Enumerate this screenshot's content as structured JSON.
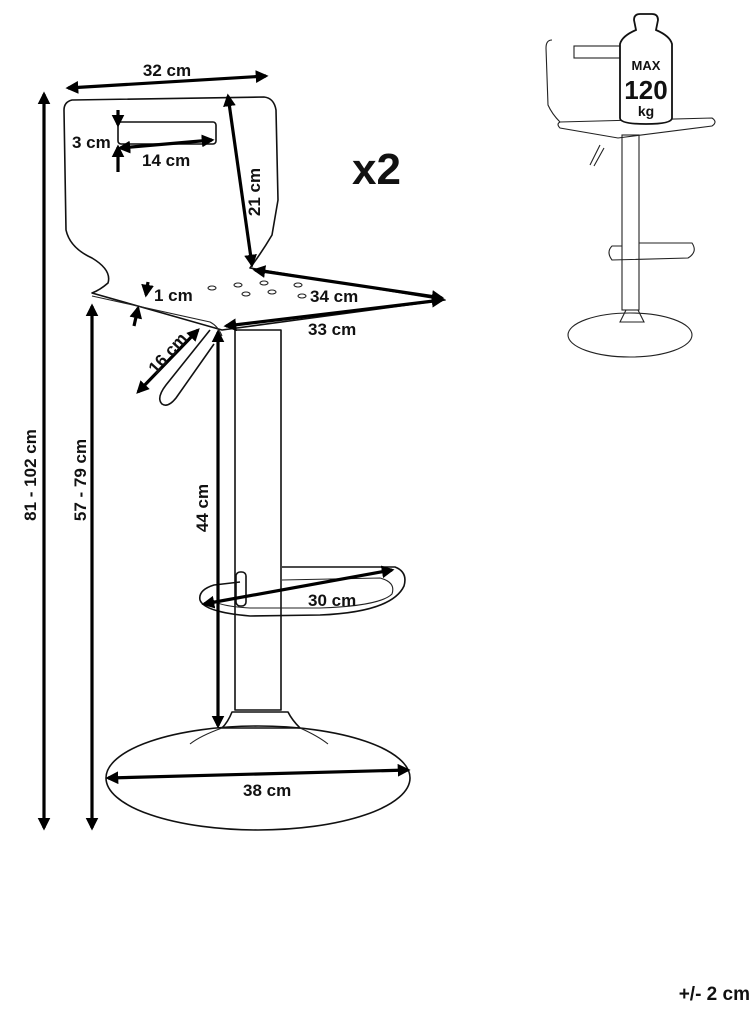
{
  "dimensions": {
    "seat_width": "32 cm",
    "handle_height": "3 cm",
    "handle_width": "14 cm",
    "backrest_height": "21 cm",
    "seat_thickness": "1 cm",
    "seat_depth_top": "34 cm",
    "seat_depth_bottom": "33 cm",
    "lever_length": "16 cm",
    "column_height": "44 cm",
    "footrest_width": "30 cm",
    "base_diameter": "38 cm",
    "total_height": "81 - 102 cm",
    "seat_height": "57 - 79 cm"
  },
  "quantity": "x2",
  "max_load": {
    "max": "MAX",
    "value": "120",
    "unit": "kg"
  },
  "tolerance": "+/- 2 cm"
}
